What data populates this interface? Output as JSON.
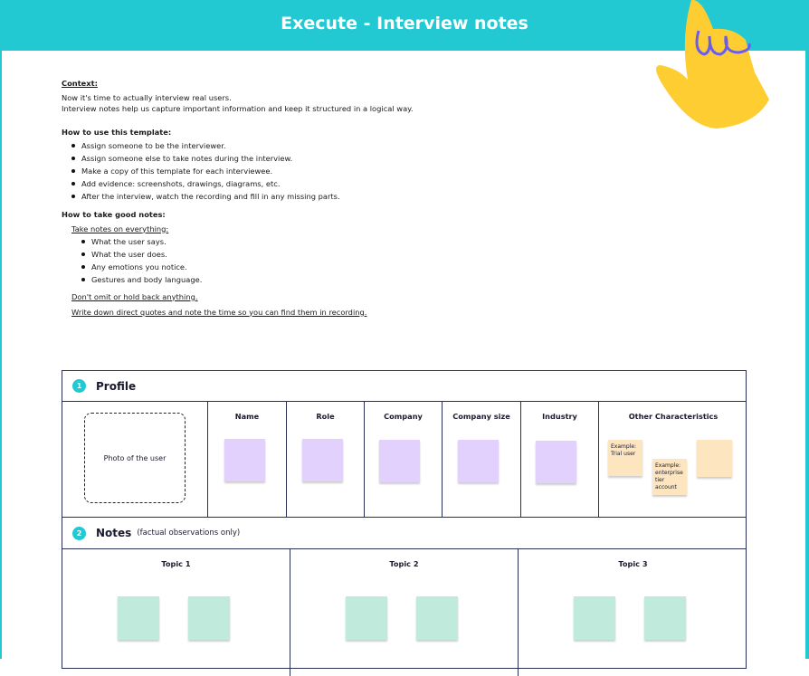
{
  "header": {
    "title": "Execute - Interview notes"
  },
  "context": {
    "heading": "Context:",
    "lines": [
      "Now it's time to actually interview real users.",
      "Interview notes help us capture important information and keep it structured in a logical way."
    ]
  },
  "how_to_use": {
    "heading": "How to use this template:",
    "items": [
      "Assign someone to be the interviewer.",
      "Assign someone else to take notes during the interview.",
      "Make a copy of this template for each interviewee.",
      "Add evidence: screenshots, drawings, diagrams, etc.",
      "After the interview, watch the recording and fill in any missing parts."
    ]
  },
  "good_notes": {
    "heading": "How to take good notes:",
    "intro": "Take notes on everything:",
    "items": [
      "What the user says.",
      "What the user does.",
      "Any emotions you notice.",
      "Gestures and body language."
    ],
    "tip1": "Don't omit or hold back anything.",
    "tip2": "Write down direct quotes and note the time so you can find them in recording."
  },
  "profile": {
    "number": "1",
    "title": "Profile",
    "photo": "Photo of the user",
    "columns": [
      "Name",
      "Role",
      "Company",
      "Company size",
      "Industry",
      "Other Characteristics"
    ],
    "stickies": [
      "Example: Trial user",
      "Example: enterprise tier account"
    ]
  },
  "notes": {
    "number": "2",
    "title": "Notes",
    "subtitle": "(factual observations only)",
    "topics": [
      "Topic 1",
      "Topic 2",
      "Topic 3"
    ]
  },
  "colors": {
    "accent": "#22c8d2",
    "hand": "#fdcd32",
    "purple": "#e3d1fd",
    "green": "#c0ebdc",
    "yellow": "#fde6bf"
  }
}
